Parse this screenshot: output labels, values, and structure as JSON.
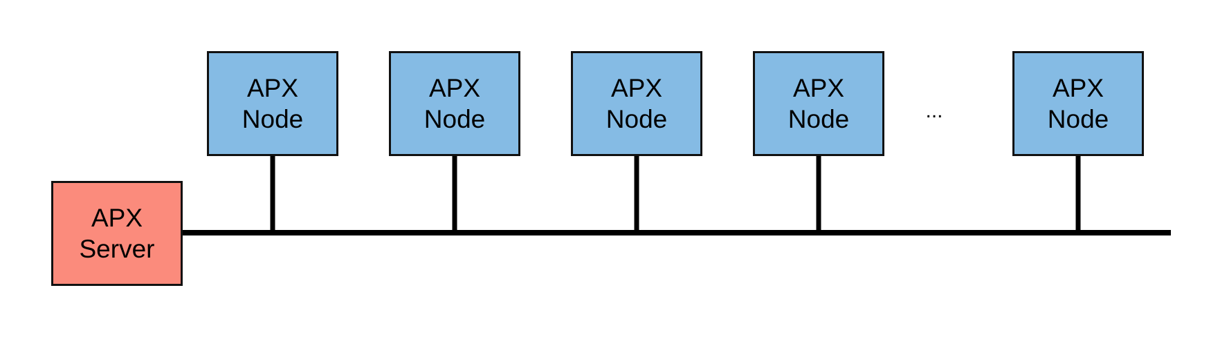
{
  "server": {
    "line1": "APX",
    "line2": "Server",
    "fill": "#fb8b7c"
  },
  "nodes": [
    {
      "line1": "APX",
      "line2": "Node"
    },
    {
      "line1": "APX",
      "line2": "Node"
    },
    {
      "line1": "APX",
      "line2": "Node"
    },
    {
      "line1": "APX",
      "line2": "Node"
    },
    {
      "line1": "APX",
      "line2": "Node"
    }
  ],
  "ellipsis": "...",
  "colors": {
    "node_fill": "#85bbe4",
    "server_fill": "#fb8b7c",
    "line": "#000000"
  }
}
